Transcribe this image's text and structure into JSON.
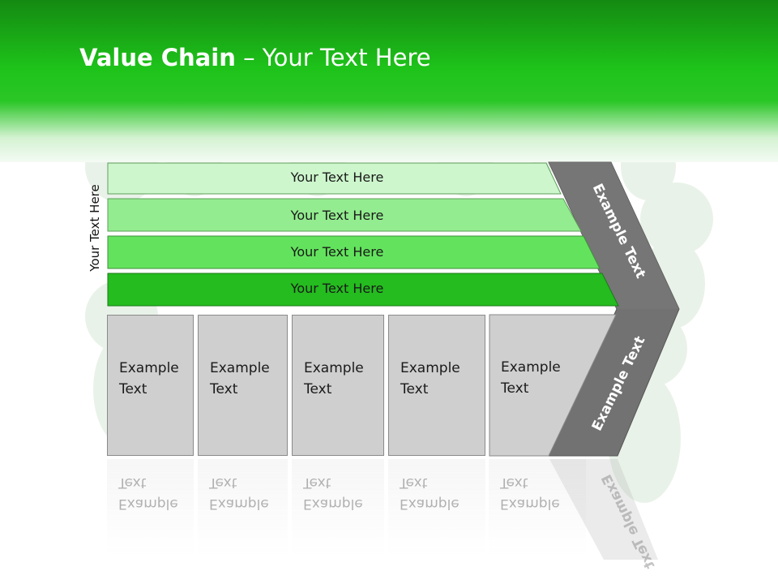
{
  "title": {
    "bold": "Value Chain",
    "rest": " – Your Text Here"
  },
  "side_label": "Your Text Here",
  "bars": [
    "Your Text Here",
    "Your Text Here",
    "Your Text Here",
    "Your Text Here"
  ],
  "boxes": [
    {
      "line1": "Example",
      "line2": "Text"
    },
    {
      "line1": "Example",
      "line2": "Text"
    },
    {
      "line1": "Example",
      "line2": "Text"
    },
    {
      "line1": "Example",
      "line2": "Text"
    },
    {
      "line1": "Example",
      "line2": "Text"
    }
  ],
  "chevron": {
    "upper": "Example Text",
    "lower": "Example Text"
  },
  "colors": {
    "header_green": "#1ec31a",
    "bar_1": "#cdf6cc",
    "bar_2": "#93ec8f",
    "bar_3": "#63e35d",
    "bar_4": "#24bc1f",
    "box_gray": "#cfcfcf",
    "chevron_gray": "#727272"
  }
}
